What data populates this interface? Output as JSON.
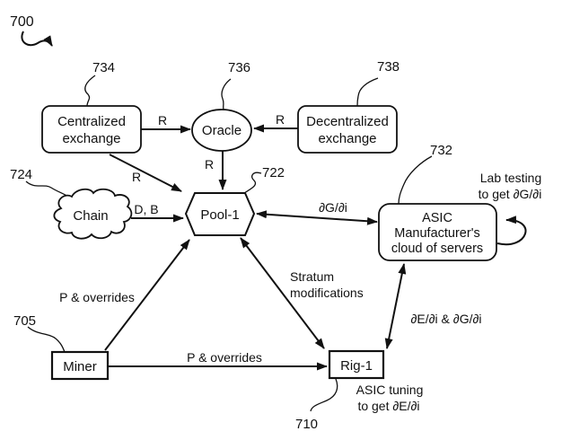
{
  "figure": {
    "ref": "700",
    "colors": {
      "ink": "#111111",
      "background": "#ffffff"
    },
    "nodes": {
      "centralized_exchange": {
        "ref": "734",
        "lines": [
          "Centralized",
          "exchange"
        ]
      },
      "oracle": {
        "ref": "736",
        "label": "Oracle"
      },
      "decentralized_exchange": {
        "ref": "738",
        "lines": [
          "Decentralized",
          "exchange"
        ]
      },
      "chain": {
        "ref": "724",
        "label": "Chain"
      },
      "pool": {
        "ref": "722",
        "label": "Pool-1"
      },
      "asic_cloud": {
        "ref": "732",
        "lines": [
          "ASIC",
          "Manufacturer's",
          "cloud of servers"
        ]
      },
      "miner": {
        "ref": "705",
        "label": "Miner"
      },
      "rig": {
        "ref": "710",
        "label": "Rig-1"
      }
    },
    "labels": {
      "r_ce_oracle": "R",
      "r_de_oracle": "R",
      "r_oracle_pool": "R",
      "r_ce_pool": "R",
      "d_b": "D, B",
      "dg_di": "∂G/∂i",
      "stratum_line1": "Stratum",
      "stratum_line2": "modifications",
      "p_overrides_diagonal": "P & overrides",
      "p_overrides_horizontal": "P & overrides",
      "de_di_and_dg_di": "∂E/∂i & ∂G/∂i",
      "lab_testing_line1": "Lab testing",
      "lab_testing_line2": "to get ∂G/∂i",
      "asic_tuning_line1": "ASIC tuning",
      "asic_tuning_line2": "to get ∂E/∂i"
    }
  }
}
